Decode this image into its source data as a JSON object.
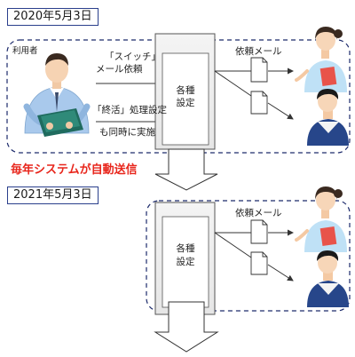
{
  "section_2020": {
    "date": "2020年5月3日",
    "user_label": "利用者",
    "switch_request_line1": "「スイッチ」",
    "switch_request_line2": "メール依頼",
    "shukatsu_line1": "「終活」処理設定",
    "shukatsu_line2": "も同時に実施",
    "settings_line1": "各種",
    "settings_line2": "設定",
    "request_mail": "依頼メール"
  },
  "auto_send_note": "毎年システムが自動送信",
  "section_2021": {
    "date": "2021年5月3日",
    "settings_line1": "各種",
    "settings_line2": "設定",
    "request_mail": "依頼メール"
  },
  "colors": {
    "dashed_border": "#1c2a6b",
    "date_border": "#2a3f8c",
    "accent_red": "#e8261c",
    "user_shirt": "#a9c9ec",
    "folder_green": "#1f6b5e"
  }
}
